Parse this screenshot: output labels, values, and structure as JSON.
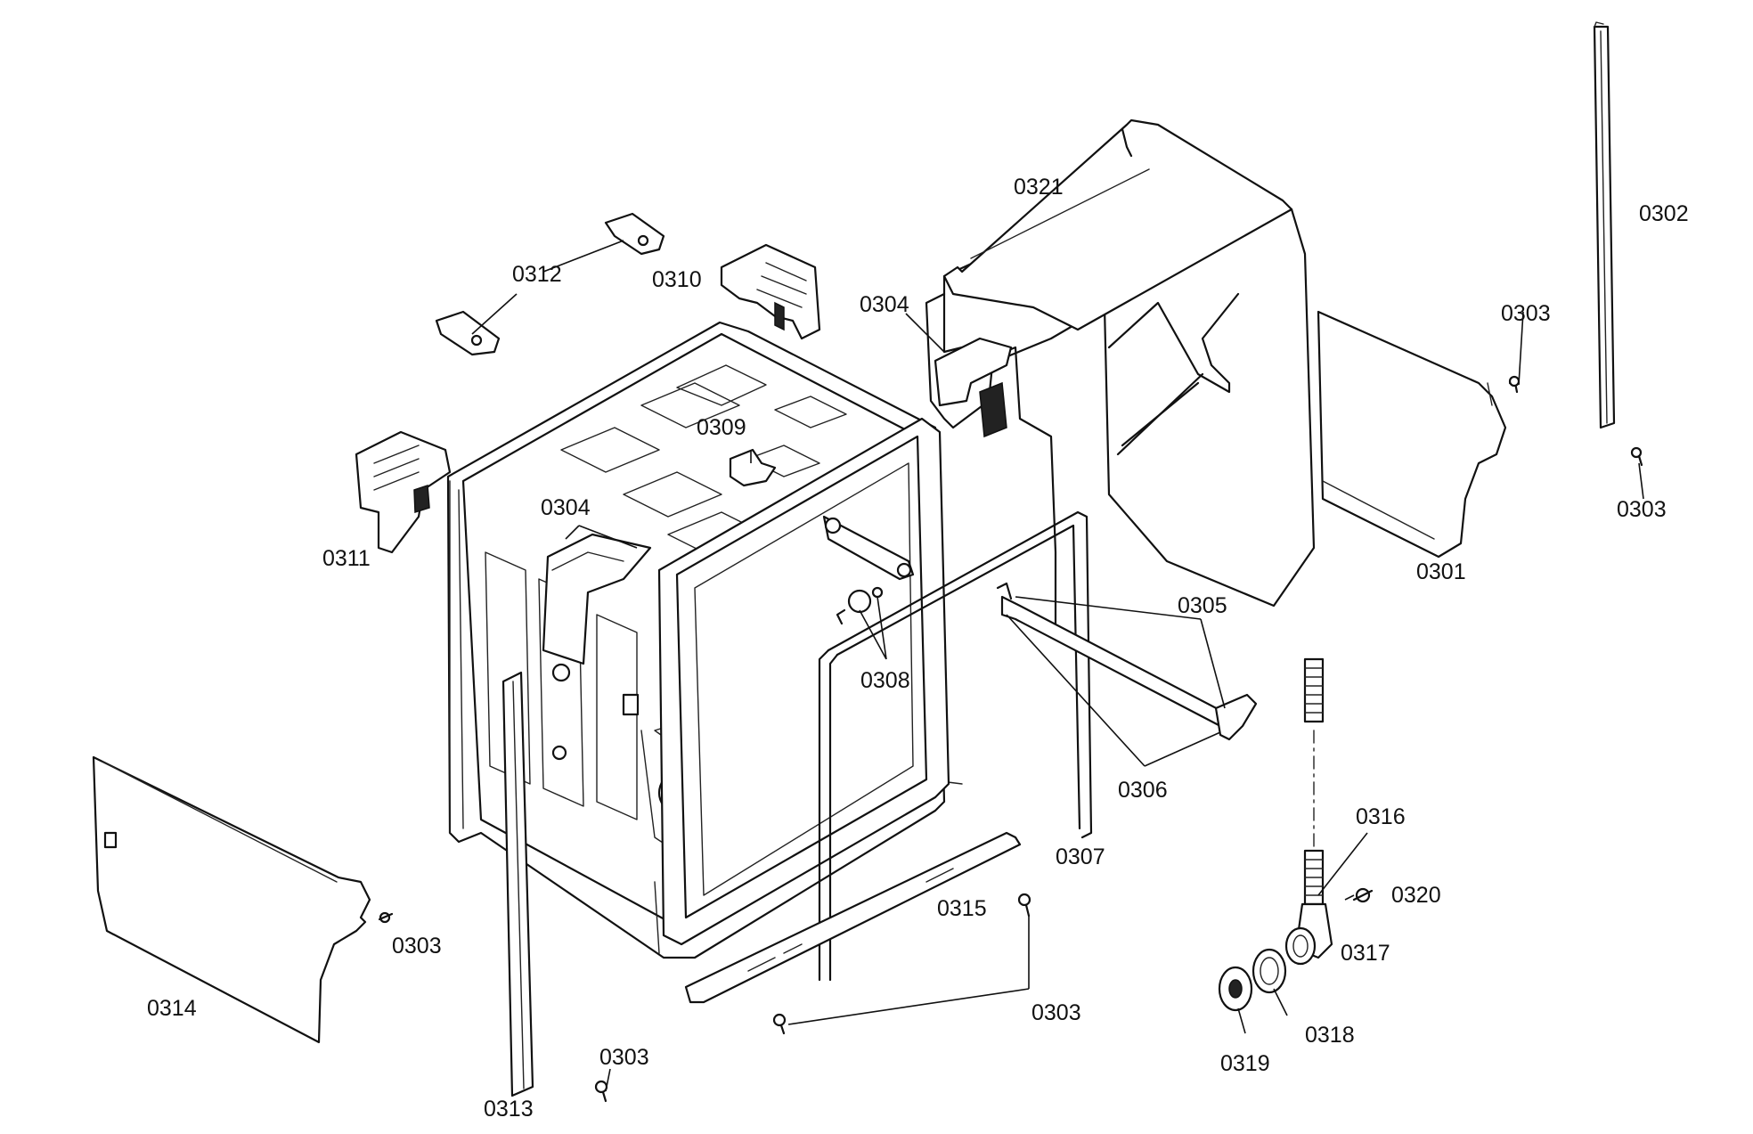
{
  "labels": {
    "l0321": "0321",
    "l0302": "0302",
    "l0303_top": "0303",
    "l0303_right": "0303",
    "l0301": "0301",
    "l0312": "0312",
    "l0310": "0310",
    "l0304_top": "0304",
    "l0309": "0309",
    "l0304_mid": "0304",
    "l0311": "0311",
    "l0305": "0305",
    "l0308": "0308",
    "l0306": "0306",
    "l0307": "0307",
    "l0316": "0316",
    "l0320": "0320",
    "l0315": "0315",
    "l0303_left": "0303",
    "l0317": "0317",
    "l0314": "0314",
    "l0303_bottom": "0303",
    "l0318": "0318",
    "l0303_lowleft": "0303",
    "l0319": "0319",
    "l0313": "0313"
  }
}
